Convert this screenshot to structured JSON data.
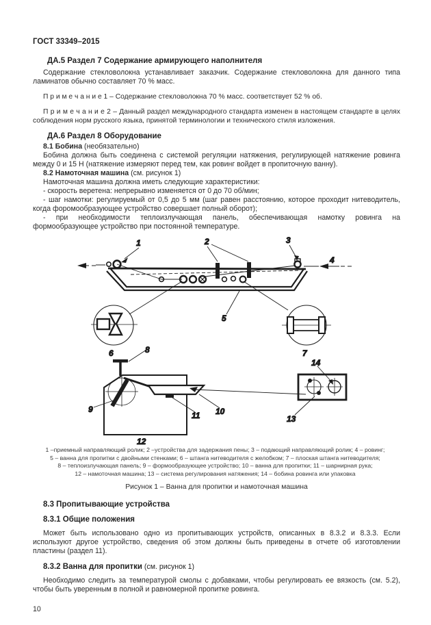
{
  "ink": "#1d1d1d",
  "header": {
    "title": "ГОСТ 33349–2015"
  },
  "page_number": "10",
  "sections": {
    "da5": {
      "heading": "ДА.5 Раздел 7 Содержание армирующего наполнителя",
      "p1": "Содержание стекловолокна устанавливает заказчик. Содержание стекловолокна для данного типа ламинатов обычно составляет 70 % масс.",
      "note1": "П р и м е ч а н и е  1 – Содержание стекловолокна 70 % масс. соответствует 52 % об.",
      "note2": "П р и м е ч а н и е  2 – Данный раздел международного стандарта изменен в настоящем стандарте в целях соблюдения норм русского языка, принятой терминологии и технического стиля изложения."
    },
    "da6": {
      "heading": "ДА.6 Раздел 8 Оборудование",
      "s81_head": "8.1 Бобина",
      "s81_tail": " (необязательно)",
      "s81_p": "Бобина должна быть соединена с системой регуляции натяжения, регулирующей натяжение ровинга между 0 и 15 Н (натяжение измеряют перед тем, как ровинг войдет в пропиточную ванну).",
      "s82_head": "8.2 Намоточная машина",
      "s82_tail": " (см. рисунок 1)",
      "s82_p": "Намоточная машина должна иметь следующие характеристики:",
      "b1": "- скорость веретена: непрерывно изменяется от 0 до 70 об/мин;",
      "b2": "- шаг намотки: регулируемый от 0,5 до 5 мм (шаг равен расстоянию, которое проходит нитеводитель, когда форомообразующее устройство совершает полный оборот);",
      "b3": "- при необходимости теплоизлучающая панель, обеспечивающая намотку ровинга на формообразующее устройство при постоянной температуре."
    },
    "s83": {
      "heading": "8.3 Пропитывающие устройства",
      "s831_heading": "8.3.1 Общие положения",
      "s831_p": "Может быть использовано одно из пропитывающих устройств, описанных в 8.3.2 и 8.3.3. Если используют другое устройство, сведения об этом должны быть приведены в отчете об изготовлении пластины (раздел 11).",
      "s832_head": "8.3.2 Ванна для пропитки",
      "s832_tail": " (см. рисунок 1)",
      "s832_p": "Необходимо следить за температурой смолы с добавками, чтобы регулировать ее вязкость (см. 5.2), чтобы быть уверенным в полной и равномерной пропитке ровинга."
    }
  },
  "figure": {
    "caption": "Рисунок 1 – Ванна для пропитки и намоточная машина",
    "legend": [
      "1 –приемный направляющий ролик; 2 –устройства для задержания пены; 3 – подающий направляющий ролик; 4 – ровинг;",
      "5 – ванна для пропитки с двойными стенками; 6 – штанга нитеводителя с желобком; 7 – плоская штанга нитеводителя;",
      "8 – теплоизлучающая панель; 9 – формообразующее устройство; 10 – ванна для пропитки; 11 – шарнирная рука;",
      "12 – намоточная машина; 13 – система регулирования натяжения; 14 – бобина ровинга или упаковка"
    ],
    "callouts": {
      "c1": "1",
      "c2": "2",
      "c3": "3",
      "c4": "4",
      "c5": "5",
      "c6": "6",
      "c7": "7",
      "c8": "8",
      "c9": "9",
      "c10": "10",
      "c11": "11",
      "c12": "12",
      "c13": "13",
      "c14": "14"
    }
  }
}
